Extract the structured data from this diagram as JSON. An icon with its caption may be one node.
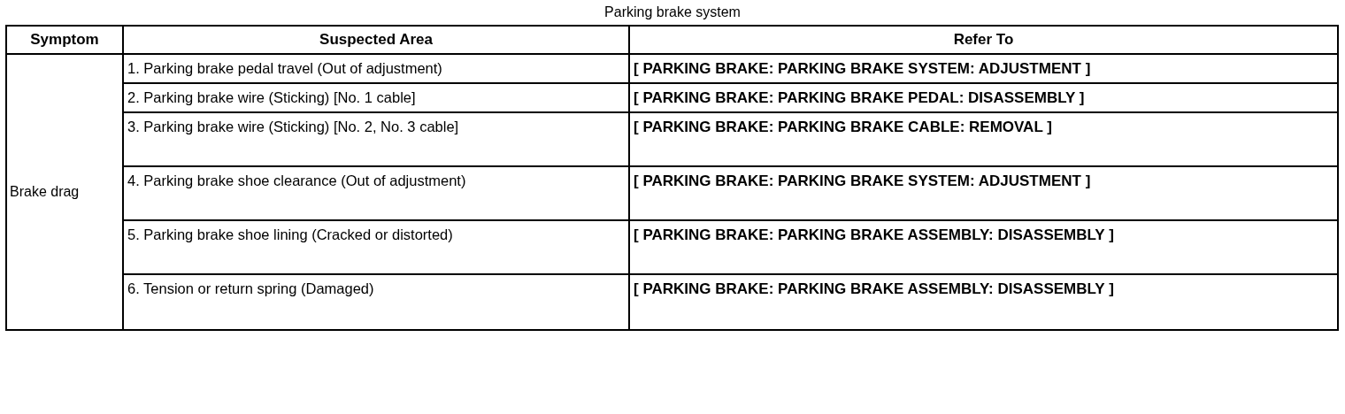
{
  "diagram": {
    "title": "Parking brake system",
    "labels": [
      "Symptom",
      "Suspected Area",
      "Refer To",
      "Brake drag",
      "1. Parking brake pedal travel (Out of adjustment)",
      "[ PARKING BRAKE: PARKING BRAKE SYSTEM: ADJUSTMENT ]",
      "2. Parking brake wire (Sticking) [No. 1 cable]",
      "[ PARKING BRAKE: PARKING BRAKE PEDAL: DISASSEMBLY ]",
      "3. Parking brake wire (Sticking) [No. 2, No. 3 cable]",
      "[ PARKING BRAKE: PARKING BRAKE CABLE: REMOVAL ]",
      "4. Parking brake shoe clearance (Out of adjustment)",
      "[ PARKING BRAKE: PARKING BRAKE SYSTEM: ADJUSTMENT ]",
      "5. Parking brake shoe lining (Cracked or distorted)",
      "[ PARKING BRAKE: PARKING BRAKE ASSEMBLY: DISASSEMBLY ]",
      "6. Tension or return spring (Damaged)",
      "[ PARKING BRAKE: PARKING BRAKE ASSEMBLY: DISASSEMBLY ]"
    ]
  }
}
